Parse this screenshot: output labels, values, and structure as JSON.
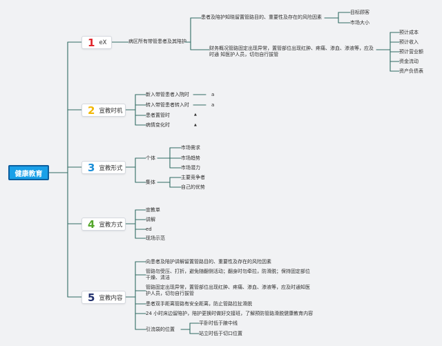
{
  "root": "健康教育",
  "colors": {
    "line": "#2f6b62",
    "root_bg": "#1aa0e8",
    "n1": "#e0242a",
    "n2": "#f2b705",
    "n3": "#1c8fd8",
    "n4": "#54a62b",
    "n5": "#22316e"
  },
  "branches": [
    {
      "num": "1",
      "label": "eX",
      "l2": "病区所有带管患者及其陪护",
      "l3a": "患者及陪护知晓留置管路目的、重要性及存在的风险因素",
      "l3a_children": [
        "目标顾客",
        "市场大小"
      ],
      "l3b": "财务概况管路固定出现异常，置管部位出现红肿、疼痛、渗血、渗液等，应及时通 知医护人员，切勿自行拔管",
      "l3b_children": [
        "预计成本",
        "预计收入",
        "预计营业额",
        "资金流动",
        "资产负债表"
      ]
    },
    {
      "num": "2",
      "label": "宣教时机",
      "items": [
        {
          "text": "新入带管患者入院时",
          "mark": "a"
        },
        {
          "text": "转入带管患者转入时",
          "mark": "a"
        },
        {
          "text": "患者置管时",
          "mark": "▲"
        },
        {
          "text": "病情变化时",
          "mark": "▲"
        }
      ]
    },
    {
      "num": "3",
      "label": "宣教形式",
      "groups": [
        {
          "text": "个体",
          "children": [
            "市场需求",
            "市场趋势",
            "市场潜力"
          ]
        },
        {
          "text": "集体",
          "children": [
            "主要竞争者",
            "自己的优势"
          ]
        }
      ]
    },
    {
      "num": "4",
      "label": "宣教方式",
      "items": [
        "宣教单",
        "讲解",
        "ed",
        "现场示范"
      ]
    },
    {
      "num": "5",
      "label": "宣教内容",
      "items": [
        "向患者及陪护讲解留置管路目的、重要性及存在的风险因素",
        "管路勿受压、打折，避免随翻侧活动；翻身时勿牵拉，防滑脱；保持固定部位干燥、清洁",
        "管路固定出现异常，置管部位出现红肿、疼痛、渗血、渗液等，应及时通知医护人员，切勿自行拔管",
        "患者双手距离管路有安全距离，防止管路拉扯滑脱",
        "24 小时床边留陪护，陪护更换时做好交接班，了解预防管路滑脱健康教育内容"
      ],
      "last": {
        "text": "引流袋的位置",
        "children": [
          "平卧时低于腋中线",
          "站立时低于切口位置"
        ]
      }
    }
  ]
}
